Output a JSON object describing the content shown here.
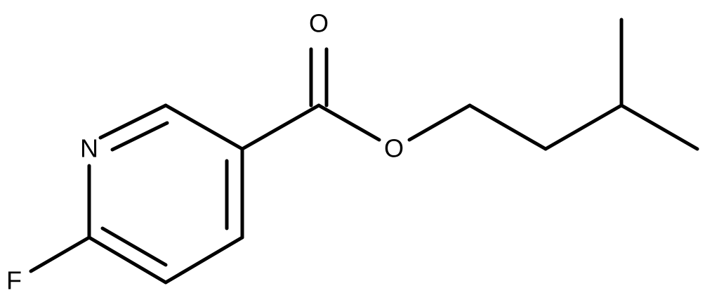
{
  "molecule": {
    "atoms": {
      "n_label": "N",
      "f_label": "F",
      "o_carbonyl_label": "O",
      "o_ester_label": "O"
    }
  }
}
